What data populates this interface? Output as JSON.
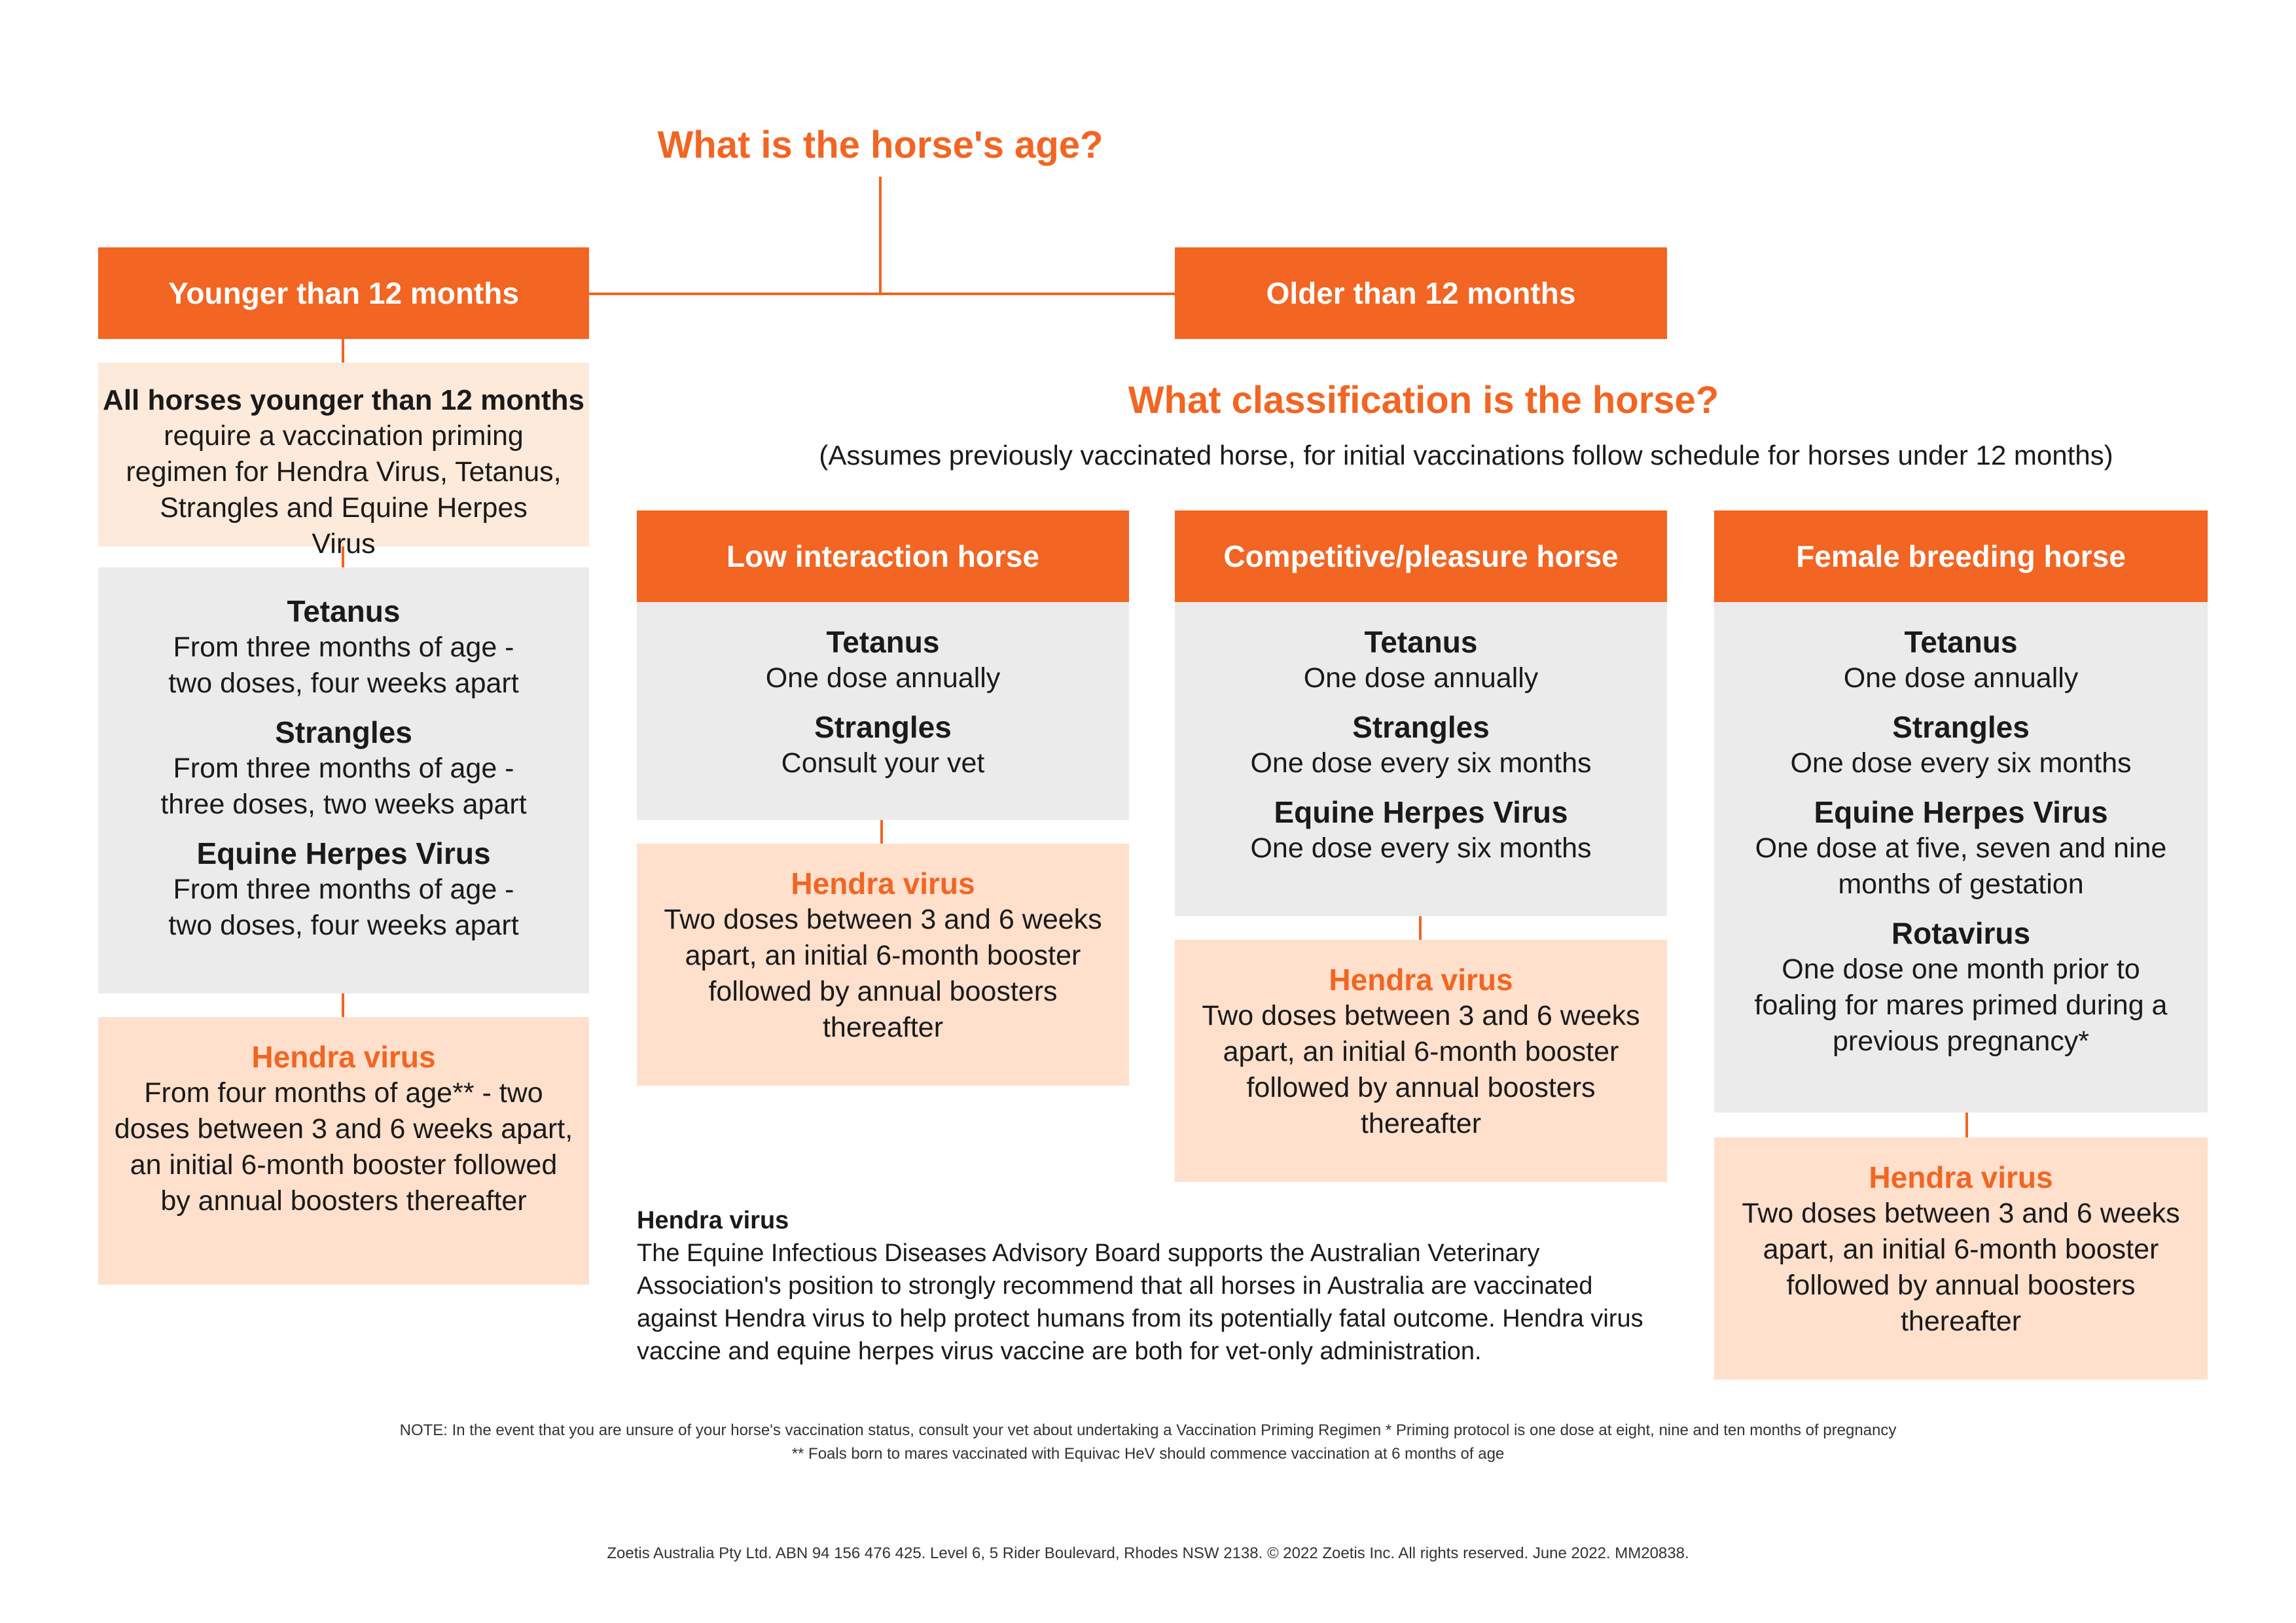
{
  "question_age": "What is the horse's age?",
  "branches": {
    "younger": "Younger than 12 months",
    "older": "Older than 12 months"
  },
  "young_intro": {
    "lead": "All horses younger than 12 months",
    "body": "require a vaccination priming regimen for Hendra Virus, Tetanus, Strangles and Equine Herpes Virus"
  },
  "young_schedule": {
    "tetanus": {
      "title": "Tetanus",
      "text": "From three months of age - two doses, four weeks apart"
    },
    "strangles": {
      "title": "Strangles",
      "text": "From three months of age - three doses, two weeks apart"
    },
    "ehv": {
      "title": "Equine Herpes Virus",
      "text": "From three months of age - two doses, four weeks apart"
    }
  },
  "young_hendra": {
    "title": "Hendra virus",
    "text": "From four months of age** - two doses between 3 and 6 weeks apart, an initial 6-month booster followed by annual boosters thereafter"
  },
  "question_class": "What classification is the horse?",
  "class_subtitle": "(Assumes previously vaccinated horse, for initial vaccinations follow schedule for horses under 12 months)",
  "low": {
    "header": "Low interaction horse",
    "tetanus": {
      "title": "Tetanus",
      "text": "One dose annually"
    },
    "strangles": {
      "title": "Strangles",
      "text": "Consult your vet"
    },
    "hendra": {
      "title": "Hendra virus",
      "text": "Two doses between 3 and 6 weeks apart, an initial 6-month booster followed by annual boosters thereafter"
    }
  },
  "competitive": {
    "header": "Competitive/pleasure horse",
    "tetanus": {
      "title": "Tetanus",
      "text": "One dose annually"
    },
    "strangles": {
      "title": "Strangles",
      "text": "One dose every six months"
    },
    "ehv": {
      "title": "Equine Herpes Virus",
      "text": "One dose every six months"
    },
    "hendra": {
      "title": "Hendra virus",
      "text": "Two doses between 3 and 6 weeks apart, an initial 6-month booster followed by annual boosters thereafter"
    }
  },
  "female": {
    "header": "Female breeding horse",
    "tetanus": {
      "title": "Tetanus",
      "text": "One dose annually"
    },
    "strangles": {
      "title": "Strangles",
      "text": "One dose every six months"
    },
    "ehv": {
      "title": "Equine Herpes Virus",
      "text": "One dose at five, seven and nine months of gestation"
    },
    "rota": {
      "title": "Rotavirus",
      "text": "One dose one month prior to foaling for mares primed during a previous pregnancy*"
    },
    "hendra": {
      "title": "Hendra virus",
      "text": "Two doses between 3 and 6 weeks apart, an initial 6-month booster followed by annual boosters thereafter"
    }
  },
  "hendra_note": {
    "title": "Hendra virus",
    "text": "The Equine Infectious Diseases Advisory Board supports the Australian Veterinary Association's position to strongly recommend that all horses in Australia are vaccinated against Hendra virus to help protect humans from its potentially fatal outcome. Hendra virus vaccine and equine herpes virus vaccine are both for vet-only administration."
  },
  "footnotes": {
    "line1": "NOTE: In the event that you are unsure of your horse's vaccination status, consult your vet about undertaking a Vaccination Priming Regimen * Priming protocol is one dose at eight, nine and ten months of pregnancy",
    "line2": "** Foals born to mares vaccinated with Equivac HeV should commence vaccination at 6 months of age"
  },
  "legal": "Zoetis Australia Pty Ltd. ABN 94 156 476 425. Level 6, 5 Rider Boulevard, Rhodes NSW 2138. © 2022 Zoetis Inc. All rights reserved. June 2022. MM20838.",
  "colors": {
    "accent": "#f26522",
    "grey_box": "#ebebeb",
    "peach_box": "#fee0cc",
    "cream_box": "#fdeadb"
  }
}
